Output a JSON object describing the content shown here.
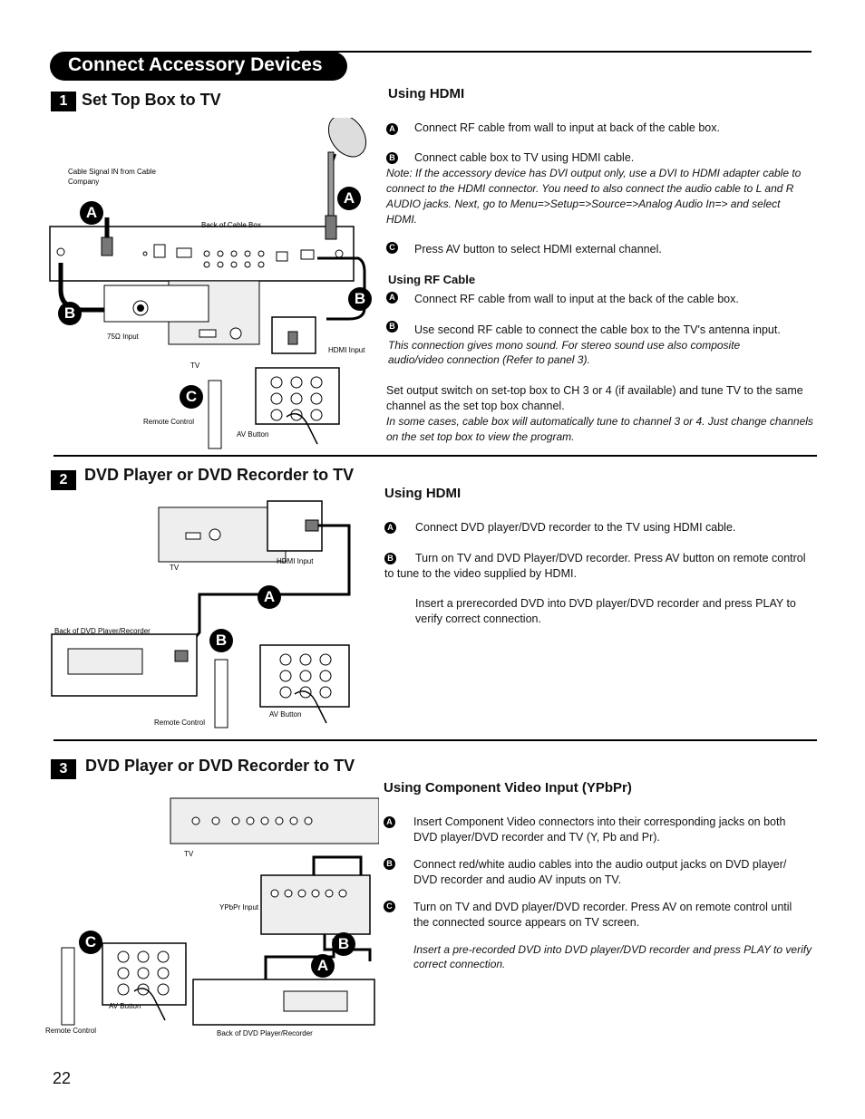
{
  "page": {
    "title": "Connect Accessory Devices",
    "page_number": "22"
  },
  "section1": {
    "num": "1",
    "heading": "Set Top Box to TV",
    "hdmi": {
      "heading": "Using HDMI",
      "steps": [
        {
          "badge": "A",
          "text": "Connect RF cable from wall to input at back of the cable box."
        },
        {
          "badge": "B",
          "text": "Connect cable box to TV using HDMI cable."
        }
      ],
      "note": "Note: If the accessory device has DVI output only, use a DVI to HDMI adapter cable to connect to the HDMI connector. You need to also connect the audio cable to L and R AUDIO jacks.  Next, go to Menu=>Setup=>Source=>Analog Audio In=> and select HDMI.",
      "step_c": {
        "badge": "C",
        "text": "Press AV button to select HDMI external channel."
      }
    },
    "rf": {
      "heading": "Using RF Cable",
      "steps": [
        {
          "badge": "A",
          "text": "Connect RF cable from wall to input at the back of the cable box."
        },
        {
          "badge": "B",
          "text": "Use second RF cable to connect the cable box to the TV's antenna input."
        }
      ],
      "note": "This connection gives mono sound. For stereo sound use also composite audio/video connection (Refer to panel 3).",
      "para": "Set output switch on set-top box to CH 3 or 4 (if available) and tune TV to the same channel as the set top box channel.",
      "note2": "In some cases, cable box will automatically tune to channel 3 or 4. Just change channels on the set top box to view the program."
    },
    "diagram": {
      "cable_signal": "Cable Signal IN from Cable Company",
      "back_of_cable_box": "Back of Cable Box",
      "input_75": "75Ω Input",
      "tv": "TV",
      "hdmi_input": "HDMI Input",
      "remote_control": "Remote Control",
      "av_button": "AV Button",
      "badges": [
        "A",
        "A",
        "B",
        "B",
        "C"
      ]
    }
  },
  "section2": {
    "num": "2",
    "heading": "DVD Player or DVD Recorder to TV",
    "hdmi": {
      "heading": "Using HDMI",
      "steps": [
        {
          "badge": "A",
          "text": "Connect DVD player/DVD recorder to the TV using HDMI cable."
        },
        {
          "badge": "B",
          "text": "Turn on TV and DVD Player/DVD recorder. Press AV button on remote control to tune to the video supplied by HDMI."
        }
      ],
      "para": "Insert a prerecorded DVD into DVD player/DVD recorder and press PLAY to verify correct connection."
    },
    "diagram": {
      "tv": "TV",
      "hdmi_input": "HDMI Input",
      "back_of_dvd": "Back of DVD Player/Recorder",
      "remote_control": "Remote Control",
      "av_button": "AV Button",
      "badges": [
        "A",
        "B"
      ]
    }
  },
  "section3": {
    "num": "3",
    "heading": "DVD Player or DVD Recorder to TV",
    "component": {
      "heading": "Using Component Video Input (YPbPr)",
      "steps": [
        {
          "badge": "A",
          "text": "Insert Component Video connectors into their corresponding jacks on both DVD player/DVD recorder and TV (Y, Pb and Pr)."
        },
        {
          "badge": "B",
          "text": "Connect red/white audio cables into the audio output jacks on DVD player/ DVD recorder and audio AV inputs on TV."
        },
        {
          "badge": "C",
          "text": "Turn on TV and DVD player/DVD recorder. Press AV on remote control until the connected source appears on TV screen."
        }
      ],
      "note": "Insert a pre-recorded DVD into DVD player/DVD recorder and press PLAY to verify correct connection."
    },
    "diagram": {
      "tv": "TV",
      "ypbpr_input": "YPbPr Input",
      "remote_control": "Remote Control",
      "av_button": "AV Button",
      "back_of_dvd": "Back of DVD Player/Recorder",
      "badges": [
        "B",
        "A",
        "C"
      ]
    }
  }
}
